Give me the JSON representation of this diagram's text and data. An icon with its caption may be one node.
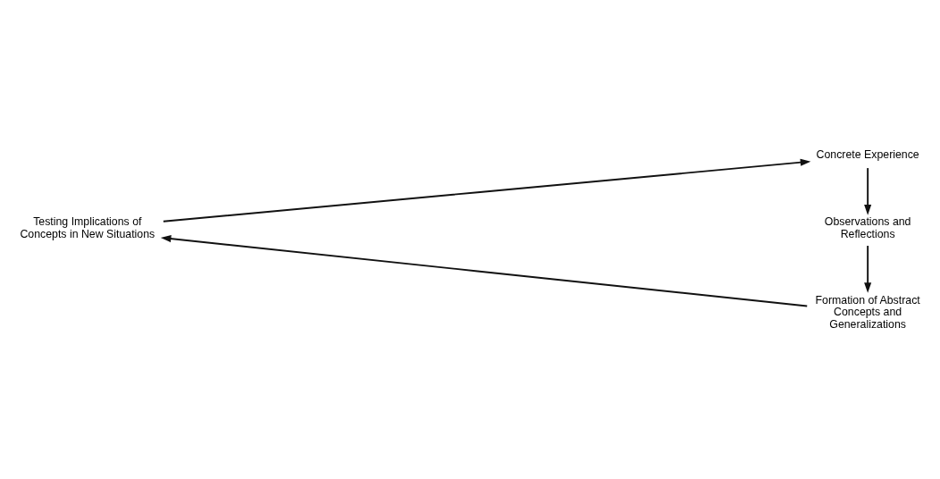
{
  "diagram": {
    "nodes": [
      {
        "text": [
          "Concrete Experience"
        ]
      },
      {
        "text": [
          "Observations and Reflections"
        ]
      },
      {
        "text": [
          "Formation of Abstract Concepts and Generalizations"
        ]
      },
      {
        "text": [
          "Testing Implications of Concepts in New Situations"
        ]
      }
    ],
    "edges": [
      {
        "from": 0,
        "to": 1,
        "arrow": "to"
      },
      {
        "from": 1,
        "to": 2,
        "arrow": "to"
      },
      {
        "from": 2,
        "to": 3,
        "arrow": "to"
      },
      {
        "from": 3,
        "to": 0,
        "arrow": "to"
      }
    ]
  }
}
